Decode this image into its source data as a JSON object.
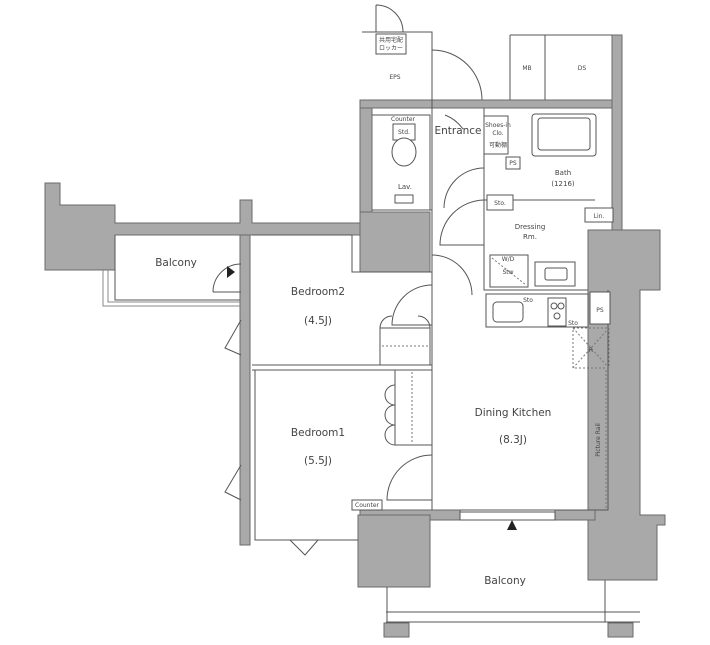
{
  "plan": {
    "rooms": {
      "balcony_west": "Balcony",
      "bedroom2": "Bedroom2",
      "bedroom2_size": "(4.5J)",
      "bedroom1": "Bedroom1",
      "bedroom1_size": "(5.5J)",
      "dining_kitchen": "Dining Kitchen",
      "dining_kitchen_size": "(8.3J)",
      "entrance": "Entrance",
      "lavatory": "Lav.",
      "dressing_room_1": "Dressing",
      "dressing_room_2": "Rm.",
      "bath": "Bath",
      "bath_size": "(1216)",
      "balcony_south": "Balcony"
    },
    "labels": {
      "delivery_locker_1": "共用宅配",
      "delivery_locker_2": "ロッカー",
      "eps": "EPS",
      "mb": "MB",
      "ds": "DS",
      "counter_lav": "Counter",
      "std": "Std.",
      "shoes_in_clo_1": "Shoes-in",
      "shoes_in_clo_2": "Clo.",
      "movable_shelf": "可動棚",
      "ps_entrance": "PS",
      "sto_entrance": "Sto.",
      "linen": "Lin.",
      "wd": "W/D",
      "stw": "Stw",
      "sto_kitchen_1": "Sto",
      "sto_kitchen_2": "Sto",
      "ps_kitchen": "PS",
      "refrigerator": "R",
      "picture_rail": "Picture Rail",
      "counter_bedroom": "Counter"
    }
  }
}
